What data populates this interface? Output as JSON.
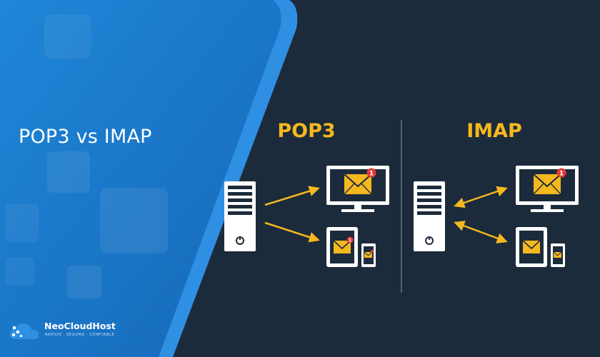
{
  "headline": "POP3 vs IMAP",
  "diagram": {
    "left_title": "POP3",
    "right_title": "IMAP",
    "badge_count": "1"
  },
  "brand": {
    "name": "NeoCloudHost",
    "tagline": "RAPIDO · SEGURO · CONFIABLE"
  },
  "colors": {
    "accent": "#f6b81f",
    "panel_blue": "#1e73c4",
    "background": "#1c2b3b",
    "device": "#ffffff",
    "badge": "#e53935"
  }
}
